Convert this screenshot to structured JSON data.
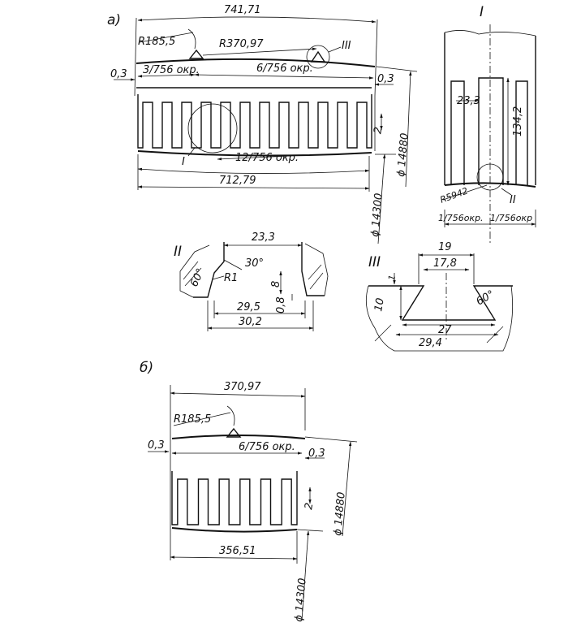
{
  "view_a": {
    "label": "а)",
    "dim_total_arc": "741,71",
    "r_tooth": "R185,5",
    "r_seg": "R370,97",
    "callout_III": "III",
    "gap_left": "0,3",
    "pitch_3": "3/756 окр.",
    "pitch_6": "6/756 окр.",
    "gap_right": "0,3",
    "slot_2": "2",
    "pitch_12": "12/756 окр.",
    "callout_I": "I",
    "dia_outer": "ϕ 14880",
    "dim_bottom": "712,79",
    "dia_inner": "ϕ 14300"
  },
  "detail_I": {
    "title": "I",
    "slot_width": "23,3",
    "slot_depth": "134,2",
    "radius": "R5942",
    "callout_II": "II",
    "pitch_left": "1/756окр.",
    "pitch_right": "1/756окр"
  },
  "detail_II": {
    "title": "II",
    "top_width": "23,3",
    "angle_30": "30°",
    "angle_60": "60°",
    "radius_r1": "R1",
    "depth_8": "8",
    "depth_08": "0,8",
    "width_295": "29,5",
    "width_302": "30,2"
  },
  "detail_III": {
    "title": "III",
    "top_19": "19",
    "top_178": "17,8",
    "side_1": "1",
    "side_10": "10",
    "angle_60": "60°",
    "bottom_27": "27",
    "bottom_294": "29,4"
  },
  "view_b": {
    "label": "б)",
    "dim_total_arc": "370,97",
    "r_tooth": "R185,5",
    "gap_left": "0,3",
    "pitch_6": "6/756 окр.",
    "gap_right": "0,3",
    "slot_2": "2",
    "dia_outer": "ϕ 14880",
    "dim_bottom": "356,51",
    "dia_inner": "ϕ 14300"
  }
}
